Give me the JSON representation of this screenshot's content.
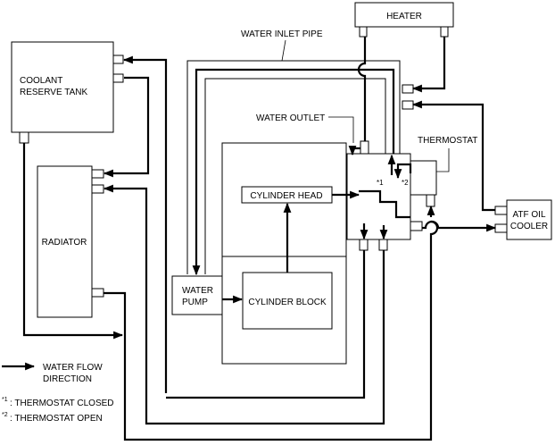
{
  "components": {
    "heater": "HEATER",
    "coolant_reserve_tank": [
      "COOLANT",
      "RESERVE TANK"
    ],
    "radiator": "RADIATOR",
    "cylinder_head": "CYLINDER HEAD",
    "cylinder_block": "CYLINDER BLOCK",
    "water_pump": [
      "WATER",
      "PUMP"
    ],
    "atf_oil_cooler": [
      "ATF OIL",
      "COOLER"
    ],
    "thermostat": "THERMOSTAT"
  },
  "callouts": {
    "water_inlet_pipe": "WATER INLET PIPE",
    "water_outlet": "WATER OUTLET",
    "marker_1": "*1",
    "marker_2": "*2"
  },
  "legend": {
    "flow_label": [
      "WATER FLOW",
      "DIRECTION"
    ],
    "notes": [
      {
        "marker": "*1",
        "text": ": THERMOSTAT CLOSED"
      },
      {
        "marker": "*2",
        "text": ": THERMOSTAT OPEN"
      }
    ]
  }
}
